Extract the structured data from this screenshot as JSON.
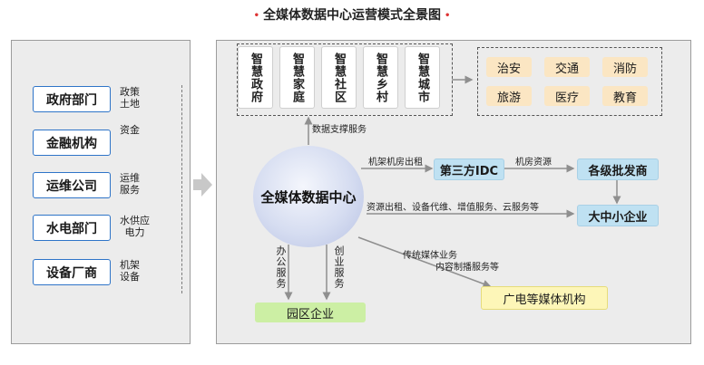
{
  "title": "全媒体数据中心运营模式全景图",
  "title_dot": "•",
  "sources": [
    {
      "name": "政府部门",
      "label": "政策\n土地"
    },
    {
      "name": "金融机构",
      "label": "资金"
    },
    {
      "name": "运维公司",
      "label": "运维\n服务"
    },
    {
      "name": "水电部门",
      "label": "水供应\n电力"
    },
    {
      "name": "设备厂商",
      "label": "机架\n设备"
    }
  ],
  "smart": [
    "智慧政府",
    "智慧家庭",
    "智慧社区",
    "智慧乡村",
    "智慧城市"
  ],
  "sectors": [
    "治安",
    "交通",
    "消防",
    "旅游",
    "医疗",
    "教育"
  ],
  "center": "全媒体数据中心",
  "support_label": "数据支撑服务",
  "idc": "第三方IDC",
  "rack_rent": "机架机房出租",
  "room_resource": "机房资源",
  "wholesaler": "各级批发商",
  "services": "资源出租、设备代维、增值服务、云服务等",
  "enterprises": "大中小企业",
  "media_services_1": "传统媒体业务",
  "media_services_2": "内容制播服务等",
  "broadcast": "广电等媒体机构",
  "office_service": "办公服务",
  "startup_service": "创业服务",
  "park": "园区企业",
  "colors": {
    "source_border": "#2e74c8",
    "orange": "#fbe6c3",
    "blue": "#bfe1f2",
    "green": "#ccefa4",
    "yellow": "#fdf6b8",
    "arrow": "#8f8f8f"
  }
}
